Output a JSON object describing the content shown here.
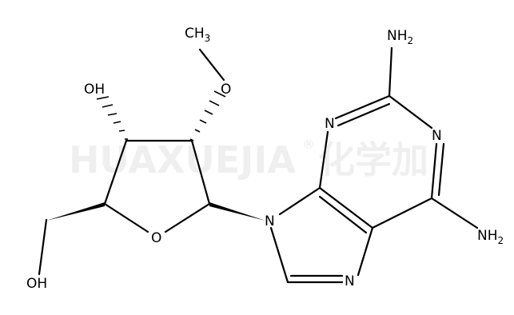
{
  "watermark": {
    "text": "HUAXUEJIA",
    "registered": "®",
    "cn": "化学加"
  },
  "labels": {
    "ch3": "CH",
    "ch3_sub": "3",
    "o_methoxy": "O",
    "oh_top": "OH",
    "n_top": "N",
    "n_right": "N",
    "n9": "N",
    "n7": "N",
    "o_ring": "O",
    "oh_bottom": "OH",
    "nh2_top": "NH",
    "nh2_top_sub": "2",
    "nh2_bottom": "NH",
    "nh2_bottom_sub": "2"
  }
}
